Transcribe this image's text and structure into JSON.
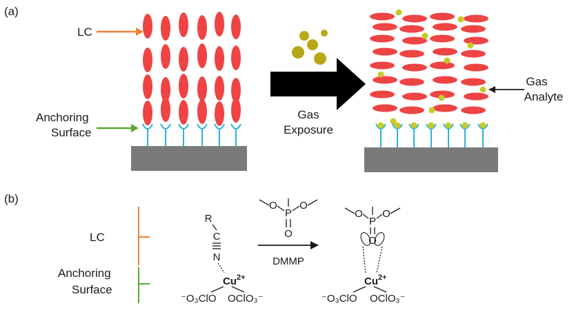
{
  "panels": {
    "a": {
      "label": "(a)"
    },
    "b": {
      "label": "(b)"
    }
  },
  "labels": {
    "lc": "LC",
    "anchoring_line1": "Anchoring",
    "anchoring_line2": "Surface",
    "gas_line1": "Gas",
    "gas_line2": "Exposure",
    "analyte_line1": "Gas",
    "analyte_line2": "Analyte",
    "b_lc": "LC",
    "b_anch_line1": "Anchoring",
    "b_anch_line2": "Surface",
    "reagent": "DMMP"
  },
  "chemistry": {
    "r_group": "R",
    "carbon": "C",
    "nitrogen": "N",
    "copper": "Cu",
    "charge": "2+",
    "left_ligand": "⁻O₃ClO",
    "right_ligand": "OClO₃⁻",
    "phosphorus": "P",
    "oxygen": "O"
  },
  "colors": {
    "lc_molecule": "#ee4444",
    "gas_particle": "#c8c82a",
    "dmmp_particle": "#b8a818",
    "anchor": "#29b3d9",
    "substrate": "#7a7a7a",
    "lc_pointer": "#f08030",
    "anchor_pointer": "#5aa832"
  },
  "icons": [
    "arrow-right-icon",
    "gas-particle-icon",
    "lc-molecule-icon"
  ]
}
